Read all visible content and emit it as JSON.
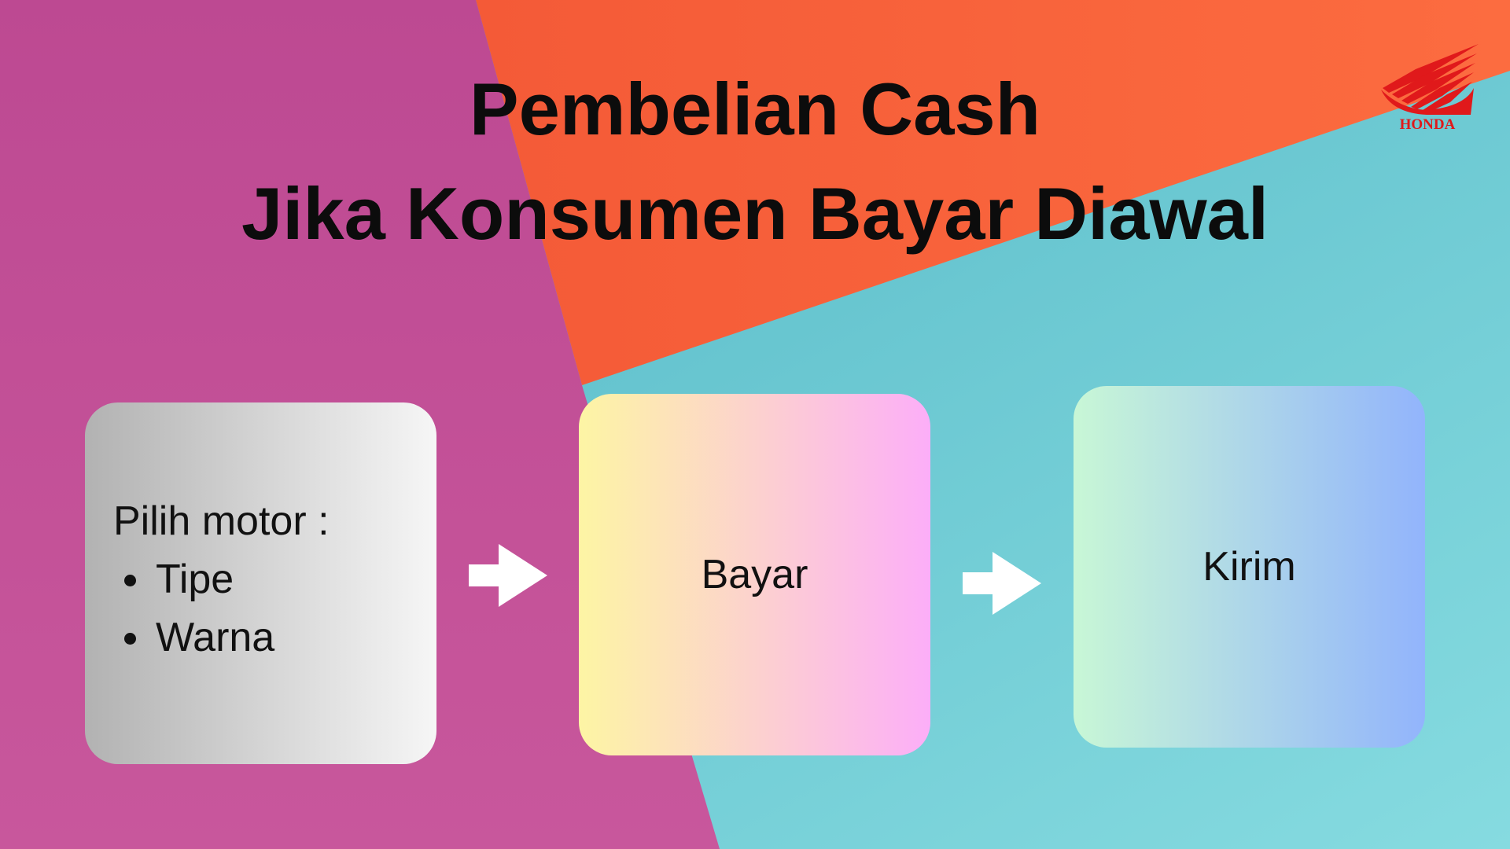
{
  "slide": {
    "title_line1": "Pembelian Cash",
    "title_line2": "Jika Konsumen Bayar Diawal"
  },
  "logo": {
    "text": "HONDA",
    "icon": "honda-wing-icon",
    "color": "#e0191b"
  },
  "steps": [
    {
      "heading": "Pilih motor :",
      "bullets": [
        "Tipe",
        "Warna"
      ]
    },
    {
      "label": "Bayar"
    },
    {
      "label": "Kirim"
    }
  ],
  "arrows": [
    "arrow-right-icon",
    "arrow-right-icon"
  ],
  "colors": {
    "bg_magenta": "#c24e95",
    "bg_orange": "#f9643b",
    "bg_teal": "#5dc4cb",
    "title": "#0c0c0c"
  }
}
